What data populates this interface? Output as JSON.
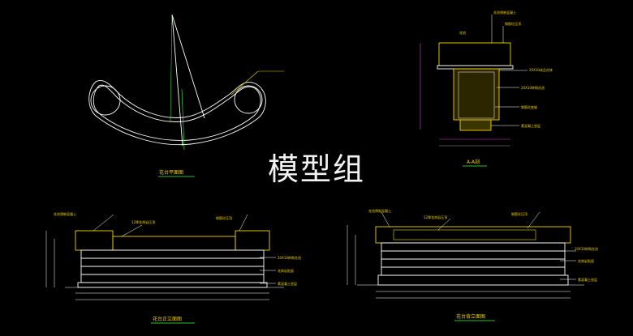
{
  "watermark": "模型组",
  "colors": {
    "background": "#000000",
    "outline": "#ffffff",
    "yellow": "#f2d200",
    "green": "#3cff3c",
    "magenta": "#d23cd2",
    "dim": "#9a9a9a"
  },
  "plan_view": {
    "title": "花台平面图"
  },
  "section_aa": {
    "title": "A-A剖",
    "labels": [
      "花池预制混凝土",
      "钢筋砼压顶",
      "花池",
      "20X10成品花钵",
      "20X10砖砌花池",
      "钢筋砼底座",
      "素混凝土垫层"
    ]
  },
  "front_elevation": {
    "title": "花台正立面图",
    "labels": [
      "花池预制混凝土",
      "12厚花岗岩压顶",
      "钢筋砼压顶",
      "20X10砖砌花池",
      "花岗岩贴面",
      "素混凝土垫层"
    ]
  },
  "side_elevation": {
    "title": "花台背立面图",
    "labels": [
      "花池预制混凝土",
      "12厚花岗岩压顶",
      "钢筋砼压顶",
      "20X10砖砌花池",
      "花岗岩贴面",
      "素混凝土垫层"
    ]
  }
}
